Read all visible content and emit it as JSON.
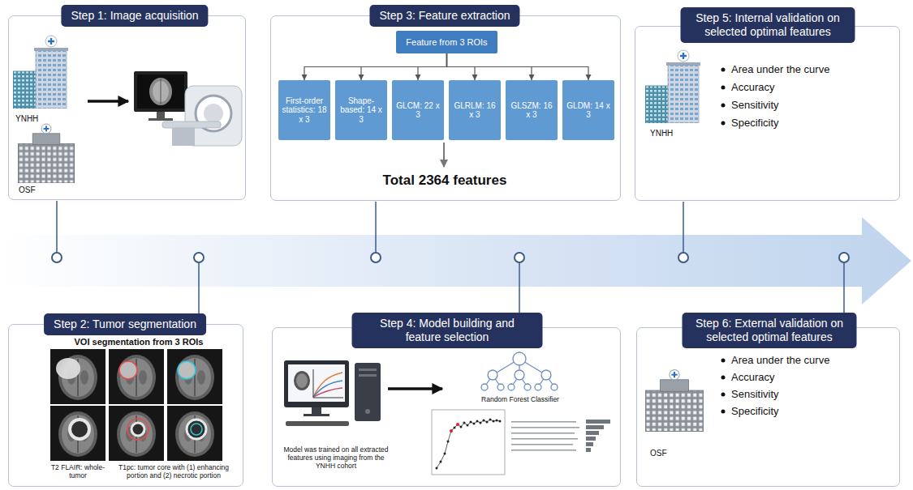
{
  "diagram": {
    "nodes": [
      {
        "text": [
          "Step 1: Image acquisition",
          "YNHH",
          "OSF"
        ]
      },
      {
        "text": [
          "Step 3: Feature extraction",
          "Total 2364 features"
        ]
      },
      {
        "text": [
          "Feature from 3 ROIs"
        ],
        "in": 1
      },
      {
        "text": [
          "First-order statistics: 18 x 3"
        ],
        "in": 1
      },
      {
        "text": [
          "Shape-based: 14 x 3"
        ],
        "in": 1
      },
      {
        "text": [
          "GLCM: 22 x 3"
        ],
        "in": 1
      },
      {
        "text": [
          "GLRLM: 16 x 3"
        ],
        "in": 1
      },
      {
        "text": [
          "GLSZM: 16 x 3"
        ],
        "in": 1
      },
      {
        "text": [
          "GLDM: 14 x 3"
        ],
        "in": 1
      },
      {
        "text": [
          "Step 5: Internal validation on selected optimal features",
          "YNHH",
          "Area under the curve",
          "Accuracy",
          "Sensitivity",
          "Specificity"
        ]
      },
      {
        "text": [
          "Step 2: Tumor segmentation",
          "VOI segmentation from 3 ROIs",
          "T2 FLAIR: whole-tumor",
          "T1pc: tumor core with (1) enhancing portion and (2) necrotic portion"
        ]
      },
      {
        "text": [
          "Step 4: Model building and feature selection",
          "Model was trained on all extracted features using imaging from the YNHH cohort",
          "Random Forest Classifier"
        ]
      },
      {
        "text": [
          "Step 6: External validation on selected optimal features",
          "OSF",
          "Area under the curve",
          "Accuracy",
          "Sensitivity",
          "Specificity"
        ]
      }
    ],
    "edges": [
      {
        "from": 2,
        "to": 3,
        "arrow": "to"
      },
      {
        "from": 2,
        "to": 4,
        "arrow": "to"
      },
      {
        "from": 2,
        "to": 5,
        "arrow": "to"
      },
      {
        "from": 2,
        "to": 6,
        "arrow": "to"
      },
      {
        "from": 2,
        "to": 7,
        "arrow": "to"
      },
      {
        "from": 2,
        "to": 8,
        "arrow": "to"
      }
    ]
  }
}
